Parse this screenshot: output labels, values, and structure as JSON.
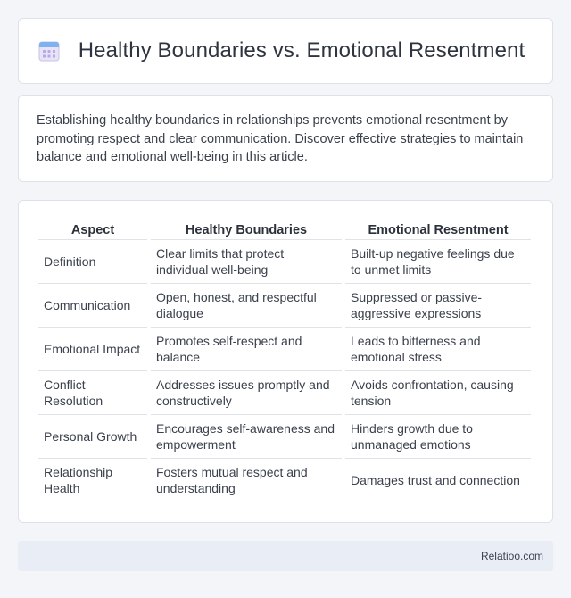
{
  "header": {
    "title": "Healthy Boundaries vs. Emotional Resentment",
    "icon": "calendar-icon"
  },
  "intro": {
    "text": "Establishing healthy boundaries in relationships prevents emotional resentment by promoting respect and clear communication. Discover effective strategies to maintain balance and emotional well-being in this article."
  },
  "table": {
    "headers": [
      "Aspect",
      "Healthy Boundaries",
      "Emotional Resentment"
    ],
    "rows": [
      [
        "Definition",
        "Clear limits that protect individual well-being",
        "Built-up negative feelings due to unmet limits"
      ],
      [
        "Communication",
        "Open, honest, and respectful dialogue",
        "Suppressed or passive-aggressive expressions"
      ],
      [
        "Emotional Impact",
        "Promotes self-respect and balance",
        "Leads to bitterness and emotional stress"
      ],
      [
        "Conflict Resolution",
        "Addresses issues promptly and constructively",
        "Avoids confrontation, causing tension"
      ],
      [
        "Personal Growth",
        "Encourages self-awareness and empowerment",
        "Hinders growth due to unmanaged emotions"
      ],
      [
        "Relationship Health",
        "Fosters mutual respect and understanding",
        "Damages trust and connection"
      ]
    ]
  },
  "footer": {
    "brand": "Relatioo.com"
  },
  "colors": {
    "page_bg": "#f3f5f9",
    "footer_bg": "#e8edf6",
    "icon_accent": "#8ab4f0"
  }
}
